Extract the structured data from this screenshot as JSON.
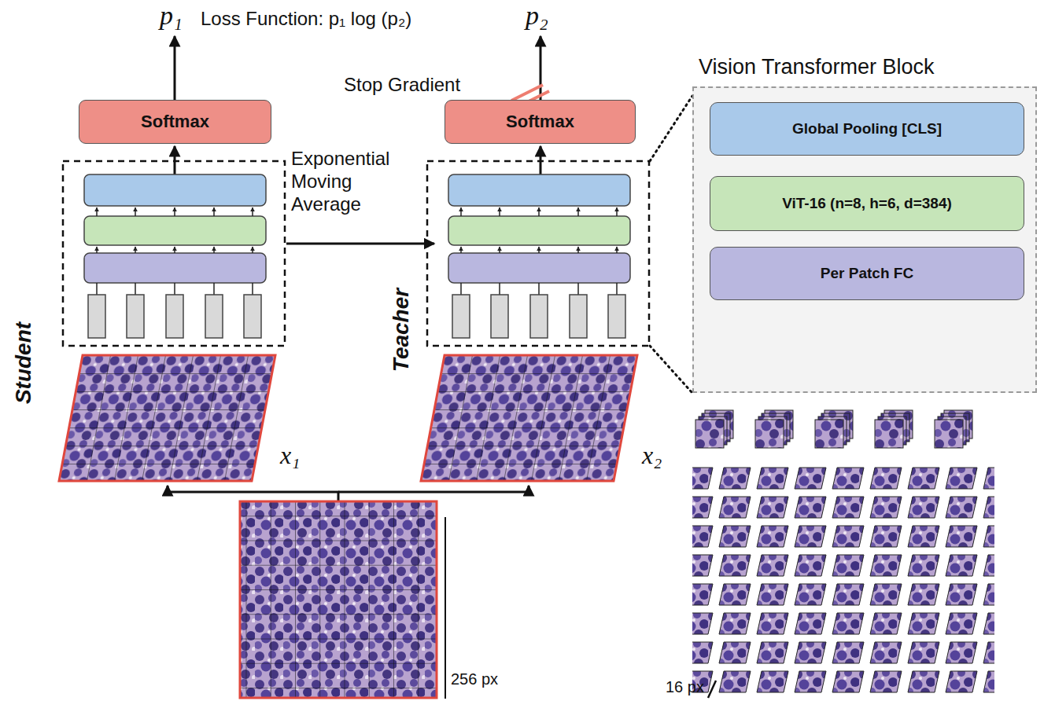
{
  "diagram": {
    "nodes": [
      {
        "text": [
          "Softmax"
        ]
      },
      {
        "text": [
          "Softmax"
        ]
      },
      {
        "text": [
          "Vision Transformer Block"
        ]
      },
      {
        "text": [
          "Global Pooling [CLS]"
        ],
        "in": 2
      },
      {
        "text": [
          "ViT-16 (n=8, h=6, d=384)"
        ],
        "in": 2
      },
      {
        "text": [
          "Per Patch FC"
        ],
        "in": 2
      }
    ],
    "edges": [
      {
        "from": 5,
        "to": 4,
        "arrow": "to"
      },
      {
        "from": 4,
        "to": 3,
        "arrow": "to"
      }
    ],
    "labels": [
      "p₁",
      "Loss Function: p₁ log (p₂)",
      "p₂",
      "Stop Gradient",
      "Exponential Moving Average",
      "Student",
      "Teacher",
      "x₁",
      "x₂",
      "256 px",
      "16 px"
    ]
  }
}
